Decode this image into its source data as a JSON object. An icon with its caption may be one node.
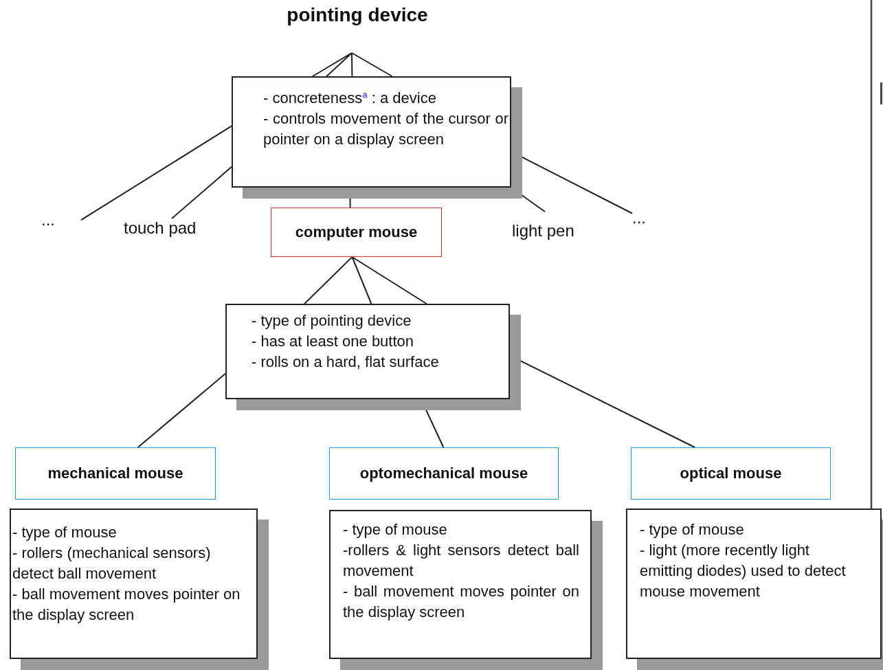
{
  "diagram": {
    "title": "pointing device",
    "nodes": [
      {
        "text": [
          "- concreteness$^{a}$ : a device",
          "- controls movement of the cursor or pointer on a display screen"
        ]
      },
      {
        "text": [
          "..."
        ]
      },
      {
        "text": [
          "touch pad"
        ]
      },
      {
        "text": [
          "computer mouse"
        ]
      },
      {
        "text": [
          "light pen"
        ]
      },
      {
        "text": [
          "..."
        ]
      },
      {
        "text": [
          "- type of pointing device",
          "- has at least one button",
          "- rolls on a hard, flat surface"
        ]
      },
      {
        "text": [
          "mechanical mouse"
        ]
      },
      {
        "text": [
          "optomechanical mouse"
        ]
      },
      {
        "text": [
          "optical mouse"
        ]
      },
      {
        "text": [
          "- type of mouse",
          "- rollers (mechanical sensors) detect ball movement",
          "- ball movement moves pointer on the display screen"
        ]
      },
      {
        "text": [
          "- type of mouse",
          "-rollers & light sensors detect ball movement",
          "- ball movement moves pointer on the display screen"
        ]
      },
      {
        "text": [
          "- type of mouse",
          "- light (more recently light emitting diodes) used to detect mouse movement"
        ]
      }
    ],
    "edges": [
      {
        "from": null,
        "to": 0,
        "arrow": "none"
      },
      {
        "from": 0,
        "to": 1,
        "arrow": "none"
      },
      {
        "from": 0,
        "to": 2,
        "arrow": "none"
      },
      {
        "from": 0,
        "to": 3,
        "arrow": "none"
      },
      {
        "from": 0,
        "to": 4,
        "arrow": "none"
      },
      {
        "from": 0,
        "to": 5,
        "arrow": "none"
      },
      {
        "from": 3,
        "to": 6,
        "arrow": "none"
      },
      {
        "from": 6,
        "to": 7,
        "arrow": "none"
      },
      {
        "from": 6,
        "to": 8,
        "arrow": "none"
      },
      {
        "from": 6,
        "to": 9,
        "arrow": "none"
      }
    ]
  }
}
